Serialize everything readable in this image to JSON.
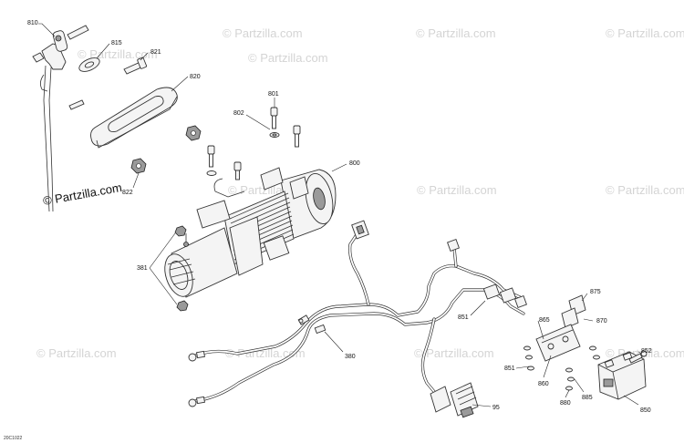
{
  "watermark": {
    "text": "© Partzilla.com"
  },
  "diagram_code": "20C1022",
  "callouts": {
    "c810": "810",
    "c815": "815",
    "c821": "821",
    "c820": "820",
    "c801": "801",
    "c802": "802",
    "c800": "800",
    "c822": "822",
    "c381": "381",
    "c380": "380",
    "c851a": "851",
    "c851b": "851",
    "c865": "865",
    "c875": "875",
    "c870": "870",
    "c852": "852",
    "c860": "860",
    "c880": "880",
    "c885": "885",
    "c850": "850",
    "c95": "95"
  }
}
